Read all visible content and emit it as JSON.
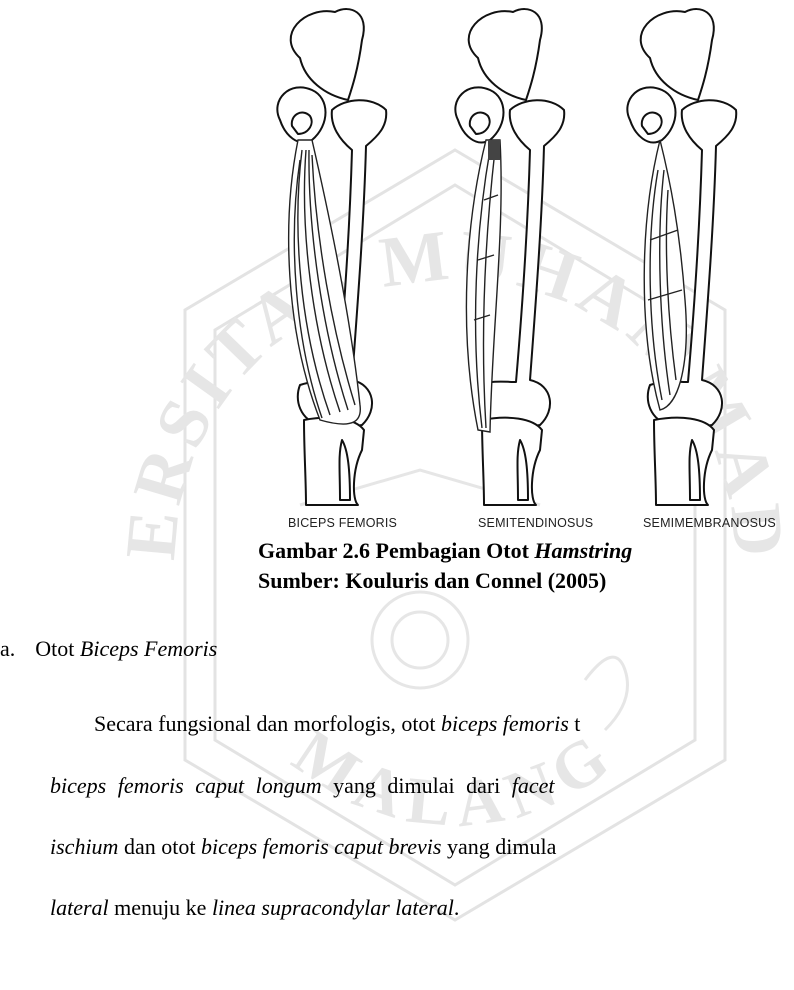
{
  "figure": {
    "labels": [
      "BICEPS FEMORIS",
      "SEMITENDINOSUS",
      "SEMIMEMBRANOSUS"
    ],
    "caption_prefix": "Gambar 2.6 Pembagian Otot ",
    "caption_italic": "Hamstring",
    "source": "Sumber: Kouluris dan Connel (2005)"
  },
  "watermark": {
    "top_text": "UNIVERSITAS MUHAMMADIYAH",
    "bottom_text": "MALANG"
  },
  "section": {
    "marker": "a.",
    "heading_plain": "Otot ",
    "heading_italic": "Biceps Femoris"
  },
  "paragraph": {
    "l1_a": "Secara fungsional dan morfologis, otot ",
    "l1_b": "biceps femoris",
    "l1_c": " t",
    "l2_a": "biceps femoris caput longum",
    "l2_b": " yang dimulai dari ",
    "l2_c": "facet",
    "l3_a": "ischium",
    "l3_b": " dan otot ",
    "l3_c": "biceps femoris caput brevis",
    "l3_d": " yang dimula",
    "l4_a": "lateral",
    "l4_b": " menuju ke ",
    "l4_c": "linea supracondylar lateral",
    "l4_d": "."
  }
}
